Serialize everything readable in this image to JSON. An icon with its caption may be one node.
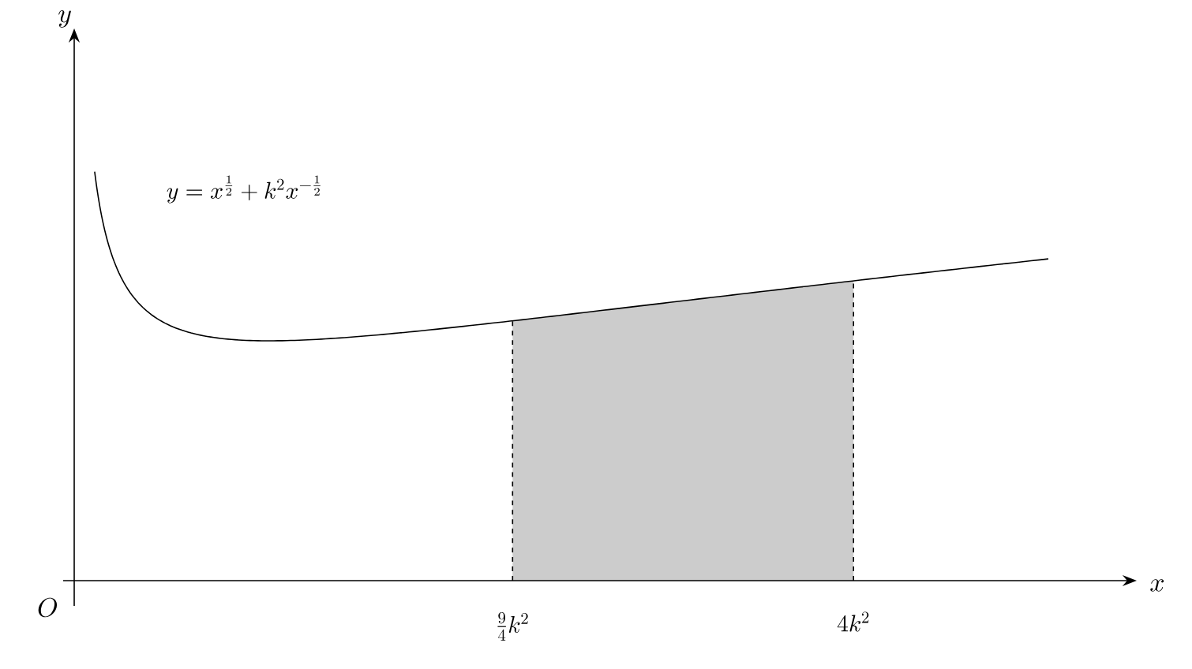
{
  "diagram": {
    "labels": [
      "y",
      "y = x^{\\frac{1}{2}} + k^2x^{-\\frac{1}{2}}",
      "O",
      "\\frac{9}{4}k^2",
      "4k^2",
      "x"
    ]
  }
}
